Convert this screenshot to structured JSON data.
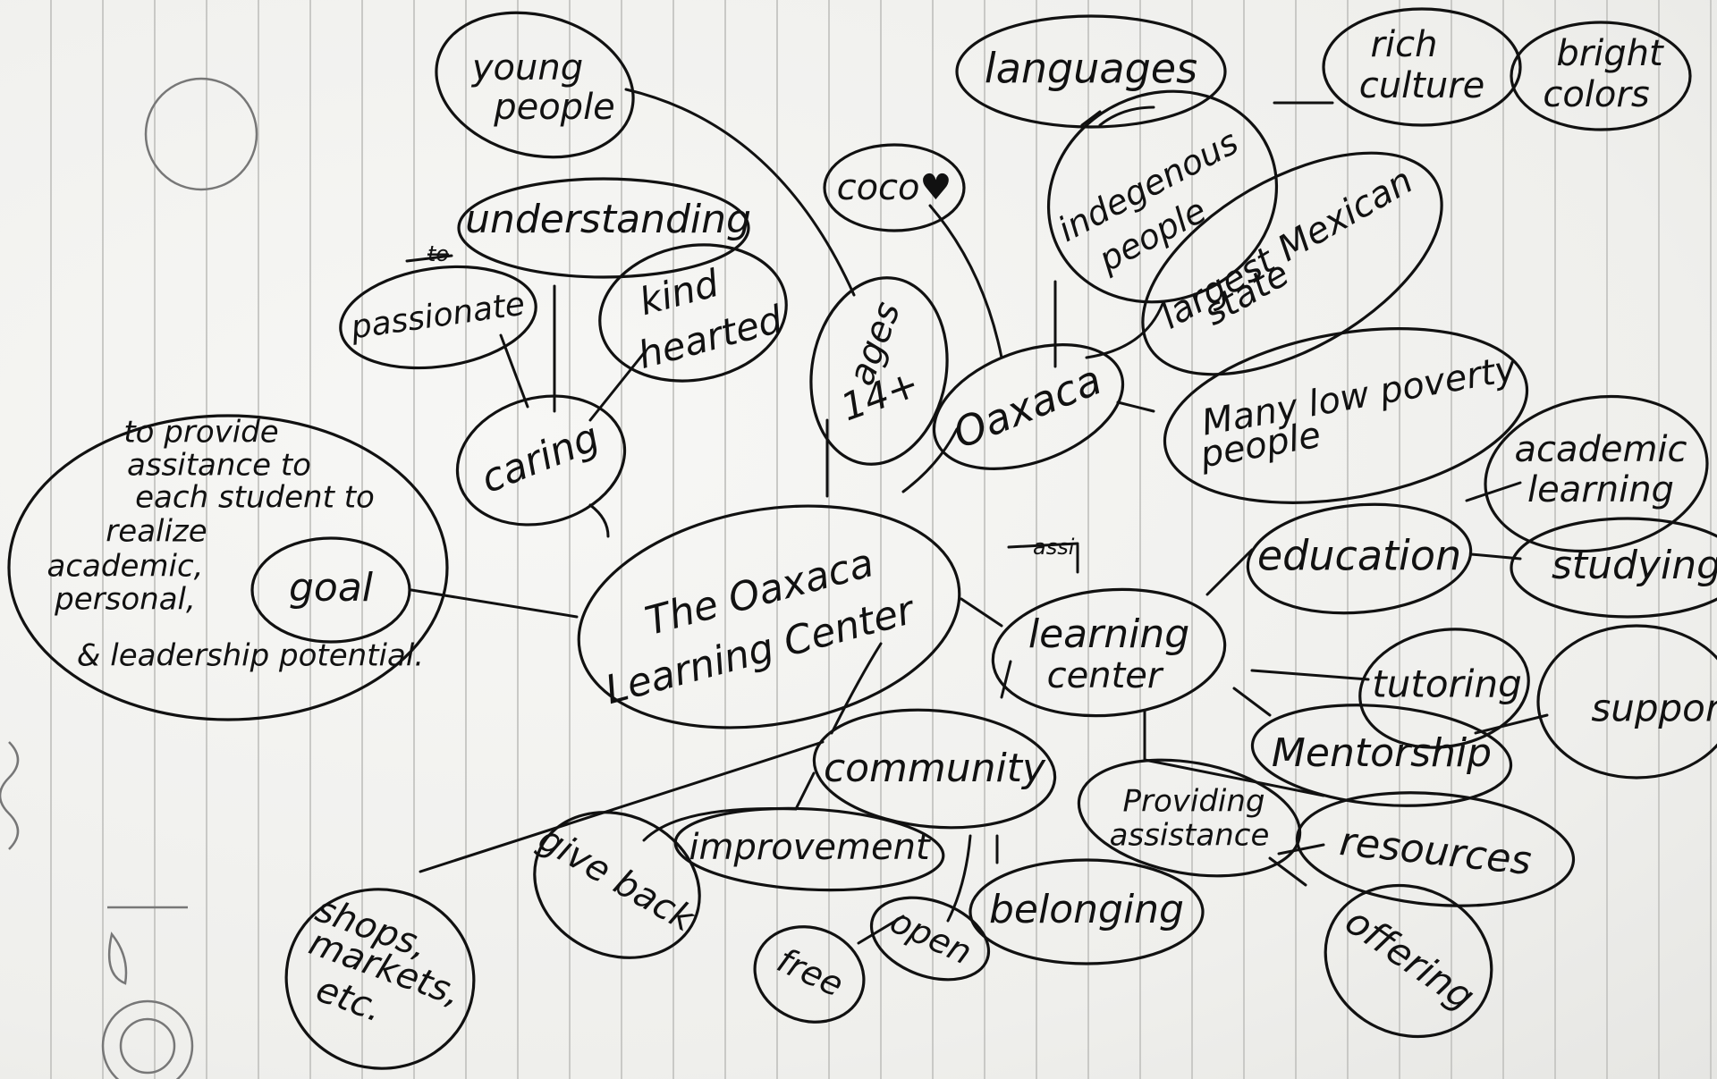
{
  "nodes": {
    "young_people": [
      "young",
      "people"
    ],
    "languages": [
      "languages"
    ],
    "rich_culture": [
      "rich",
      "culture"
    ],
    "bright_colors": [
      "bright",
      "colors"
    ],
    "coco": [
      "coco♥"
    ],
    "understanding": [
      "understanding"
    ],
    "indigenous_people": [
      "indegenous",
      "people"
    ],
    "largest_state": [
      "largest Mexican",
      "state"
    ],
    "passionate": [
      "passionate"
    ],
    "kind_hearted": [
      "kind",
      "hearted"
    ],
    "ages": [
      "ages",
      "14+"
    ],
    "oaxaca": [
      "Oaxaca"
    ],
    "low_poverty": [
      "Many low poverty",
      "people"
    ],
    "caring": [
      "caring"
    ],
    "goal_text": [
      "to provide",
      "assitance to",
      "each student to",
      "realize",
      "academic,",
      "personal,",
      "& leadership potential."
    ],
    "goal": [
      "goal"
    ],
    "center": [
      "The Oaxaca",
      "Learning Center"
    ],
    "academic_learning": [
      "academic",
      "learning"
    ],
    "education": [
      "education"
    ],
    "studying": [
      "studying"
    ],
    "learning_center": [
      "learning",
      "center"
    ],
    "tutoring": [
      "tutoring"
    ],
    "support": [
      "support"
    ],
    "mentorship": [
      "Mentorship"
    ],
    "community": [
      "community"
    ],
    "providing_assistance": [
      "Providing",
      "assistance"
    ],
    "resources": [
      "resources"
    ],
    "give_back": [
      "give back"
    ],
    "improvement": [
      "improvement"
    ],
    "belonging": [
      "belonging"
    ],
    "open": [
      "open"
    ],
    "free": [
      "free"
    ],
    "offering": [
      "offering"
    ],
    "shops": [
      "shops,",
      "markets,",
      "etc."
    ]
  },
  "scratch_marks": [
    "to",
    "assi"
  ]
}
